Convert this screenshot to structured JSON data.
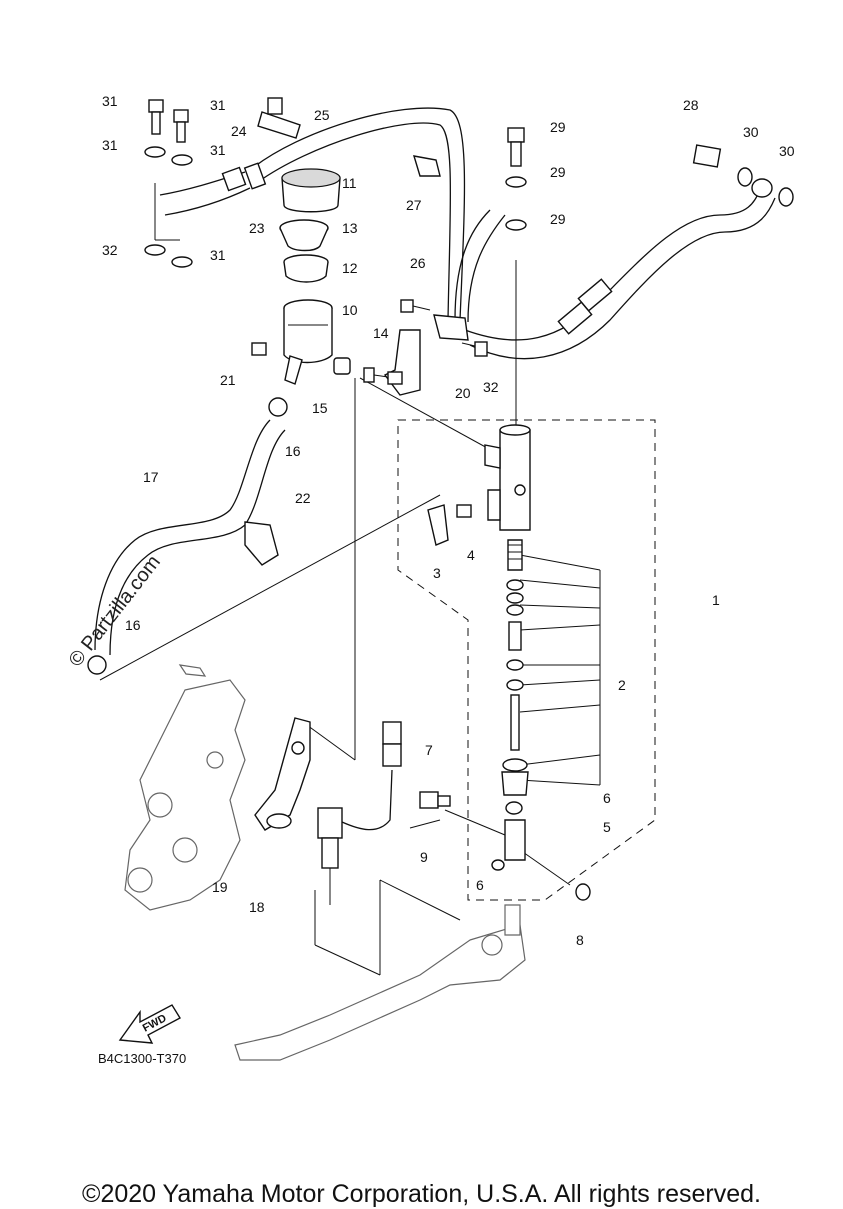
{
  "callouts": [
    "1",
    "2",
    "3",
    "4",
    "5",
    "6",
    "6",
    "7",
    "8",
    "9",
    "10",
    "11",
    "12",
    "13",
    "14",
    "15",
    "16",
    "16",
    "17",
    "18",
    "19",
    "20",
    "21",
    "22",
    "23",
    "24",
    "25",
    "26",
    "27",
    "28",
    "29",
    "29",
    "29",
    "30",
    "30",
    "31",
    "31",
    "31",
    "31",
    "32"
  ],
  "watermark": "© Partzilla.com",
  "arrow_label": "FWD",
  "diagram_code": "B4C1300-T370",
  "copyright": "©2020 Yamaha Motor Corporation, U.S.A. All rights reserved."
}
